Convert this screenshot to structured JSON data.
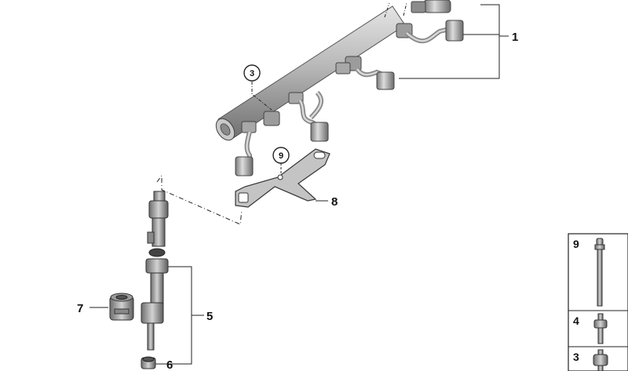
{
  "callouts": {
    "c1": "1",
    "c3": "3",
    "c5": "5",
    "c6": "6",
    "c7": "7",
    "c8": "8",
    "c9": "9"
  },
  "legend_panel": {
    "items": [
      {
        "number": "9"
      },
      {
        "number": "4"
      },
      {
        "number": "3"
      }
    ]
  },
  "colors": {
    "part_fill": "#b9b9b9",
    "part_dark": "#7a7a7a",
    "part_light": "#e2e2e2",
    "line": "#222222"
  }
}
